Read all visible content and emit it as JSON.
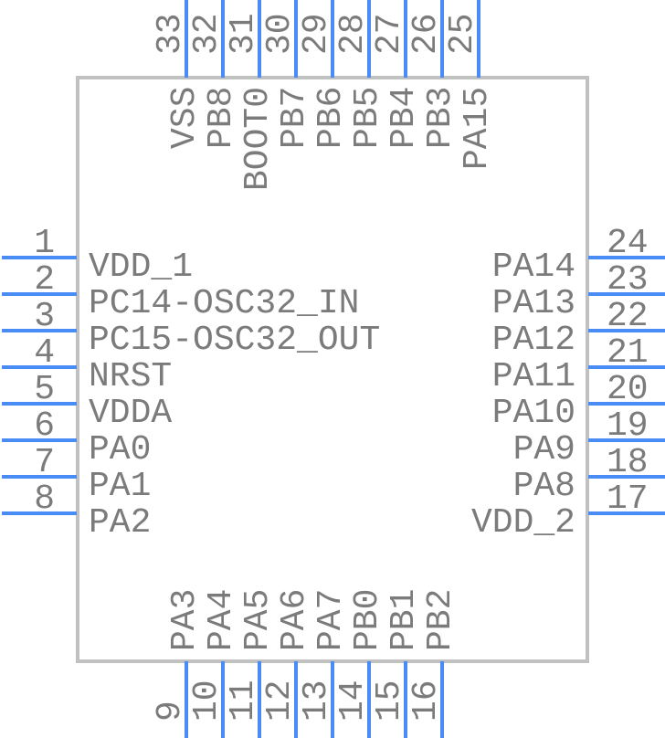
{
  "colors": {
    "pin_line_blue": "#4a8cf5",
    "body_border_gray": "#c1c1c1",
    "text_gray": "#7b7b7b",
    "background": "#ffffff"
  },
  "pins": {
    "left": [
      {
        "number": "1",
        "label": "VDD_1"
      },
      {
        "number": "2",
        "label": "PC14-OSC32_IN"
      },
      {
        "number": "3",
        "label": "PC15-OSC32_OUT"
      },
      {
        "number": "4",
        "label": "NRST"
      },
      {
        "number": "5",
        "label": "VDDA"
      },
      {
        "number": "6",
        "label": "PA0"
      },
      {
        "number": "7",
        "label": "PA1"
      },
      {
        "number": "8",
        "label": "PA2"
      }
    ],
    "right": [
      {
        "number": "24",
        "label": "PA14"
      },
      {
        "number": "23",
        "label": "PA13"
      },
      {
        "number": "22",
        "label": "PA12"
      },
      {
        "number": "21",
        "label": "PA11"
      },
      {
        "number": "20",
        "label": "PA10"
      },
      {
        "number": "19",
        "label": "PA9"
      },
      {
        "number": "18",
        "label": "PA8"
      },
      {
        "number": "17",
        "label": "VDD_2"
      }
    ],
    "top": [
      {
        "number": "33",
        "label": "VSS"
      },
      {
        "number": "32",
        "label": "PB8"
      },
      {
        "number": "31",
        "label": "BOOT0"
      },
      {
        "number": "30",
        "label": "PB7"
      },
      {
        "number": "29",
        "label": "PB6"
      },
      {
        "number": "28",
        "label": "PB5"
      },
      {
        "number": "27",
        "label": "PB4"
      },
      {
        "number": "26",
        "label": "PB3"
      },
      {
        "number": "25",
        "label": "PA15"
      }
    ],
    "bottom": [
      {
        "number": "9",
        "label": "PA3"
      },
      {
        "number": "10",
        "label": "PA4"
      },
      {
        "number": "11",
        "label": "PA5"
      },
      {
        "number": "12",
        "label": "PA6"
      },
      {
        "number": "13",
        "label": "PA7"
      },
      {
        "number": "14",
        "label": "PB0"
      },
      {
        "number": "15",
        "label": "PB1"
      },
      {
        "number": "16",
        "label": "PB2"
      }
    ]
  }
}
